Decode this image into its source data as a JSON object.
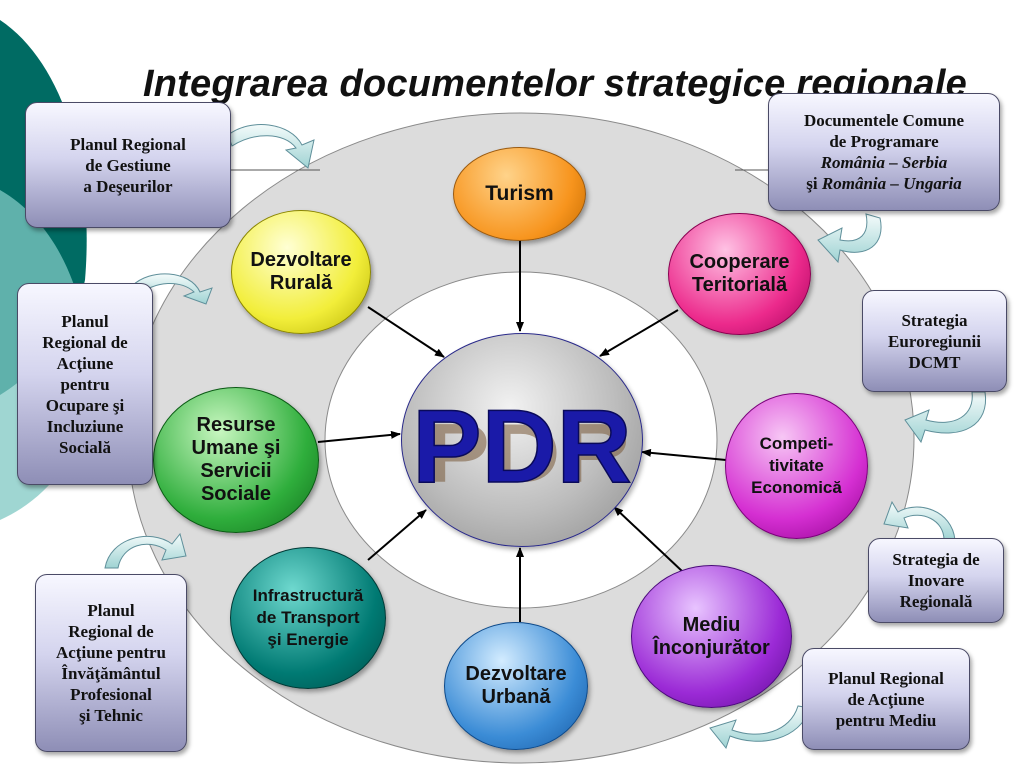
{
  "title": "Integrarea documentelor strategice regionale",
  "center": {
    "label": "PDR"
  },
  "colors": {
    "turism": "#f7941d",
    "rural": "#f2ee3a",
    "cooperare": "#ec2a8c",
    "resurse": "#2fae3c",
    "competitivitate": "#d52fd2",
    "infrastructura": "#007a73",
    "urbana": "#3b8cd6",
    "mediu": "#9b2ad6",
    "pdr_text": "#1a1aa8"
  },
  "nodes": {
    "turism": [
      "Turism"
    ],
    "rural": [
      "Dezvoltare",
      "Rurală"
    ],
    "cooperare": [
      "Cooperare",
      "Teritorială"
    ],
    "resurse": [
      "Resurse",
      "Umane şi",
      "Servicii",
      "Sociale"
    ],
    "competitivitate": [
      "Competi-",
      "tivitate",
      "Economică"
    ],
    "infrastructura": [
      "Infrastructură",
      "de Transport",
      "şi Energie"
    ],
    "urbana": [
      "Dezvoltare",
      "Urbană"
    ],
    "mediu": [
      "Mediu",
      "Înconjurător"
    ]
  },
  "documents": {
    "deseuri": [
      "Planul Regional",
      "de Gestiune",
      "a  Deşeurilor"
    ],
    "comune_line1": "Documentele Comune",
    "comune_line2": "de Programare",
    "comune_line3": "România – Serbia",
    "comune_line4_prefix": "şi ",
    "comune_line4_italic": "România – Ungaria",
    "ocupare": [
      "Planul",
      "Regional de",
      "Acţiune",
      "pentru",
      "Ocupare şi",
      "Incluziune",
      "Socială"
    ],
    "dcmt": [
      "Strategia",
      "Euroregiunii",
      "DCMT"
    ],
    "inovare": [
      "Strategia de",
      "Inovare",
      "Regională"
    ],
    "invatamant": [
      "Planul",
      "Regional de",
      "Acţiune pentru",
      "Învăţământul",
      "Profesional",
      "şi Tehnic"
    ],
    "mediu": [
      "Planul Regional",
      "de Acţiune",
      "pentru Mediu"
    ]
  }
}
